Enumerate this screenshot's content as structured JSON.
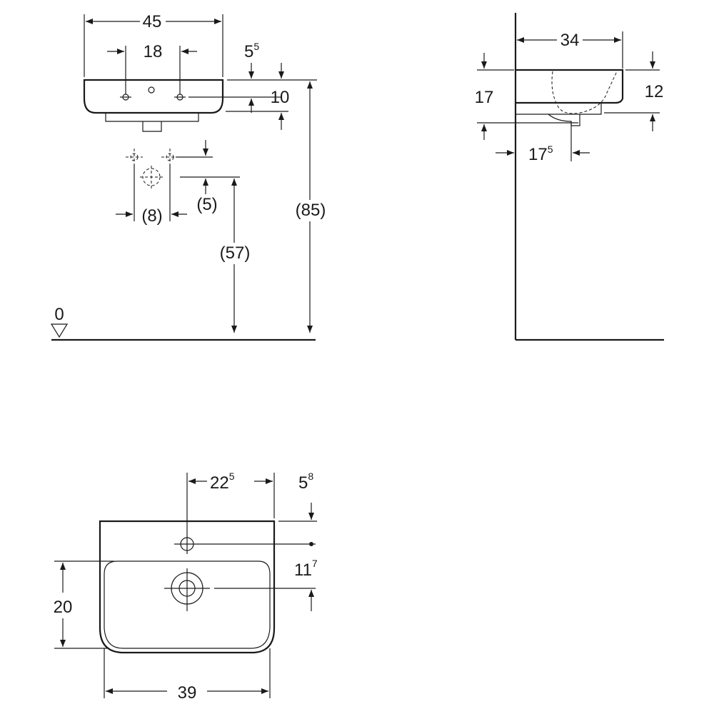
{
  "front_view": {
    "width": "45",
    "tap_spacing": "18",
    "overflow_offset_base": "5",
    "overflow_offset_sup": "5",
    "tap_drop": "10",
    "waste_offset": "(5)",
    "waste_spacing": "(8)",
    "waste_height": "(57)",
    "rim_height": "(85)",
    "floor_label": "0"
  },
  "side_view": {
    "depth": "34",
    "bowl_height": "17",
    "front_height": "12",
    "waste_projection_base": "17",
    "waste_projection_sup": "5"
  },
  "top_view": {
    "tap_offset_base": "22",
    "tap_offset_sup": "5",
    "back_offset_base": "5",
    "back_offset_sup": "8",
    "drain_offset_base": "11",
    "drain_offset_sup": "7",
    "bowl_depth": "20",
    "bowl_width": "39"
  }
}
